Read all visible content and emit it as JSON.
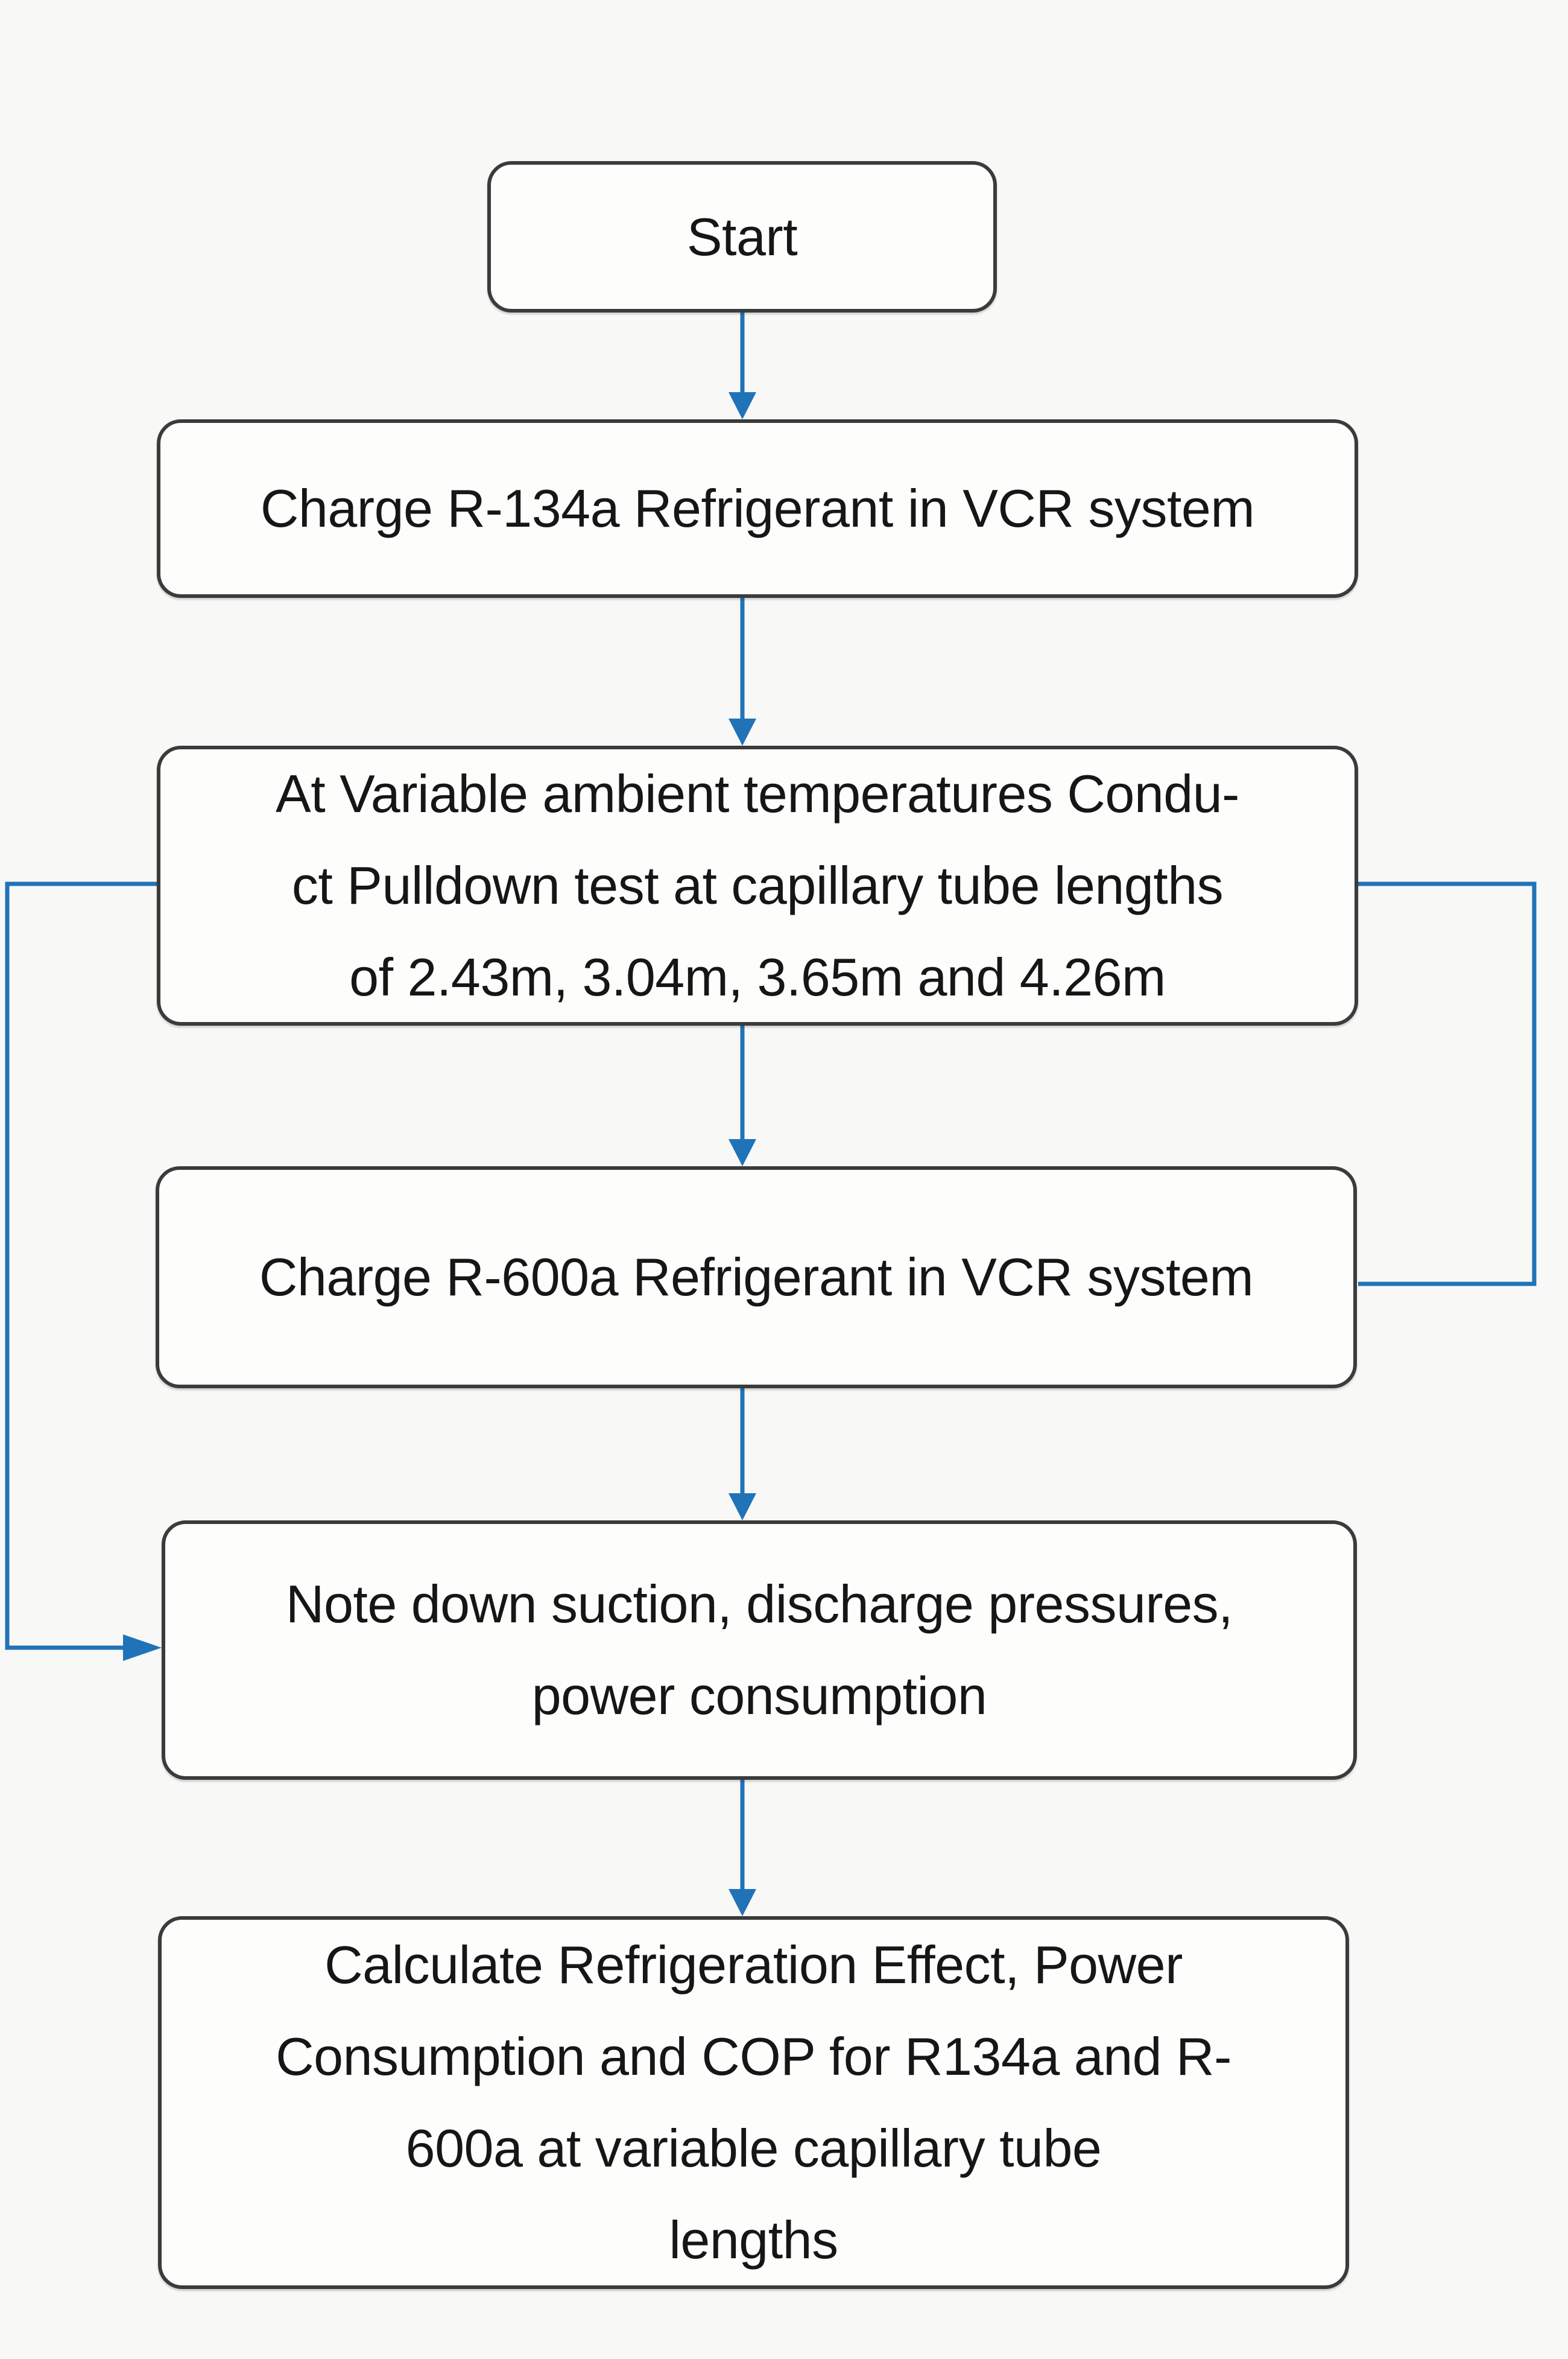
{
  "colors": {
    "arrow": "#2173b8",
    "box_border": "#3b3b3b",
    "box_fill": "#fdfdfc",
    "text": "#161616",
    "background": "#f8f8f7"
  },
  "nodes": {
    "start": {
      "lines": [
        "Start"
      ]
    },
    "charge_r134a": {
      "lines": [
        "Charge R-134a Refrigerant in VCR system"
      ]
    },
    "pulldown_test": {
      "lines": [
        "At Variable ambient temperatures Condu-",
        "ct Pulldown test at capillary tube lengths",
        "of 2.43m, 3.04m, 3.65m and 4.26m"
      ]
    },
    "charge_r600a": {
      "lines": [
        "Charge R-600a Refrigerant in VCR system"
      ]
    },
    "note_readings": {
      "lines": [
        "Note down suction, discharge pressures,",
        "power consumption"
      ]
    },
    "calculate": {
      "lines": [
        "Calculate Refrigeration Effect, Power",
        "Consumption and COP for R134a and R-",
        "600a at variable capillary tube",
        "lengths"
      ]
    }
  },
  "edges": [
    {
      "from": "start",
      "to": "charge_r134a",
      "style": "straight-down-arrow"
    },
    {
      "from": "charge_r134a",
      "to": "pulldown_test",
      "style": "straight-down-arrow"
    },
    {
      "from": "pulldown_test",
      "to": "charge_r600a",
      "style": "straight-down-arrow"
    },
    {
      "from": "charge_r600a",
      "to": "note_readings",
      "style": "straight-down-arrow"
    },
    {
      "from": "note_readings",
      "to": "calculate",
      "style": "straight-down-arrow"
    },
    {
      "from": "pulldown_test",
      "to": "note_readings",
      "style": "left-elbow-arrow"
    },
    {
      "from": "pulldown_test",
      "to": "charge_r600a",
      "style": "right-elbow-line"
    }
  ]
}
